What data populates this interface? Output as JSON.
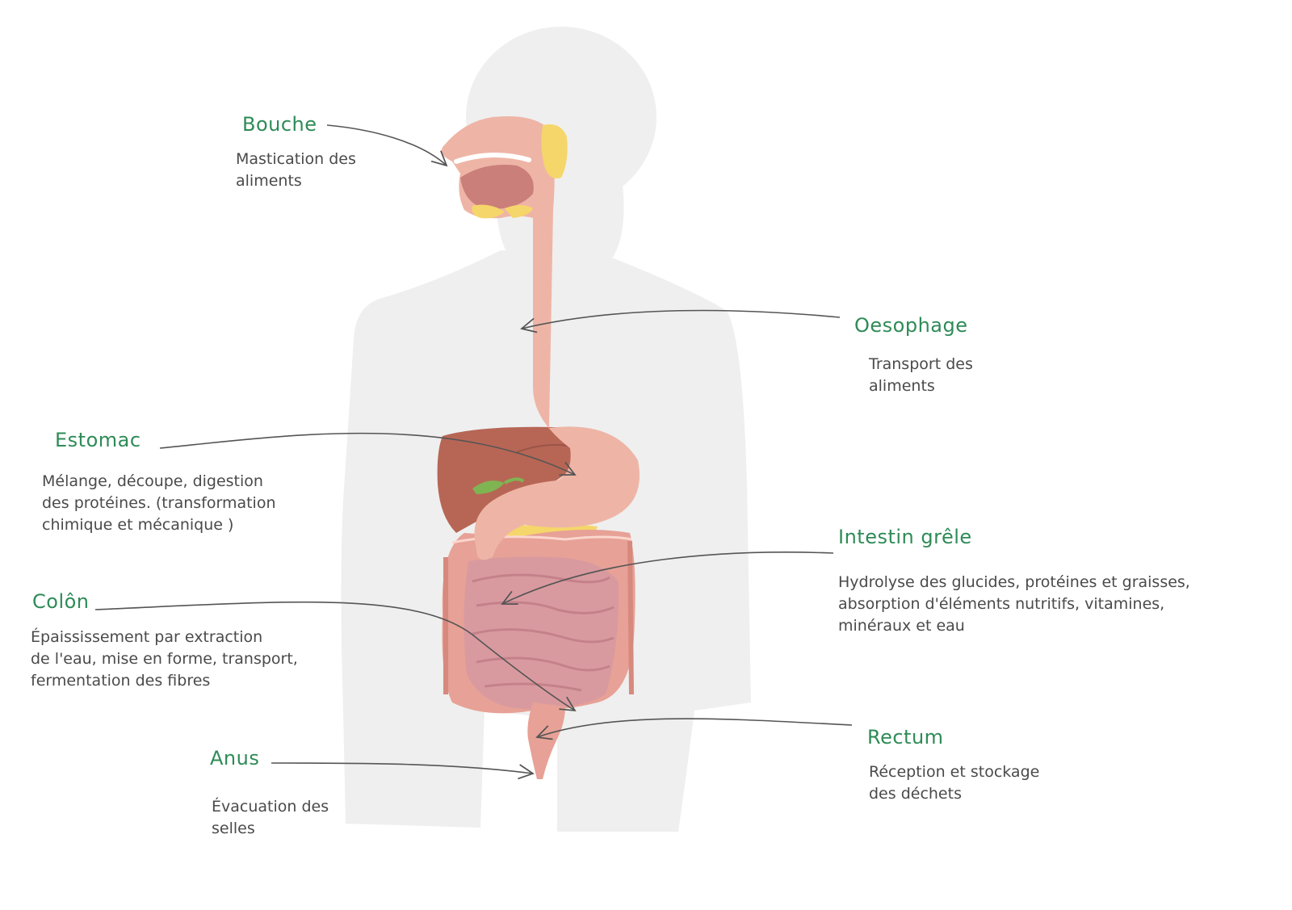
{
  "colors": {
    "label": "#2e8b57",
    "description": "#4a4a4a",
    "silhouette": "#efefef",
    "digestive_tract": "#eeb5a6",
    "liver": "#b76655",
    "small_intestine": "#d99a9f",
    "colon": "#e7a196",
    "glands": "#f5d66a",
    "arrow": "#555555"
  },
  "labels": {
    "bouche": {
      "title": "Bouche",
      "desc": "Mastication des\naliments"
    },
    "oesophage": {
      "title": "Oesophage",
      "desc": "Transport des\naliments"
    },
    "estomac": {
      "title": "Estomac",
      "desc": "Mélange, découpe, digestion\ndes protéines. (transformation\nchimique et mécanique )"
    },
    "intestin": {
      "title": "Intestin grêle",
      "desc": "Hydrolyse des glucides, protéines et graisses,\nabsorption d'éléments nutritifs, vitamines,\nminéraux et eau"
    },
    "colon": {
      "title": "Colôn",
      "desc": "Épaississement par extraction\nde l'eau, mise en forme, transport,\nfermentation des fibres"
    },
    "rectum": {
      "title": "Rectum",
      "desc": "Réception et stockage\ndes déchets"
    },
    "anus": {
      "title": "Anus",
      "desc": "Évacuation des\nselles"
    }
  }
}
